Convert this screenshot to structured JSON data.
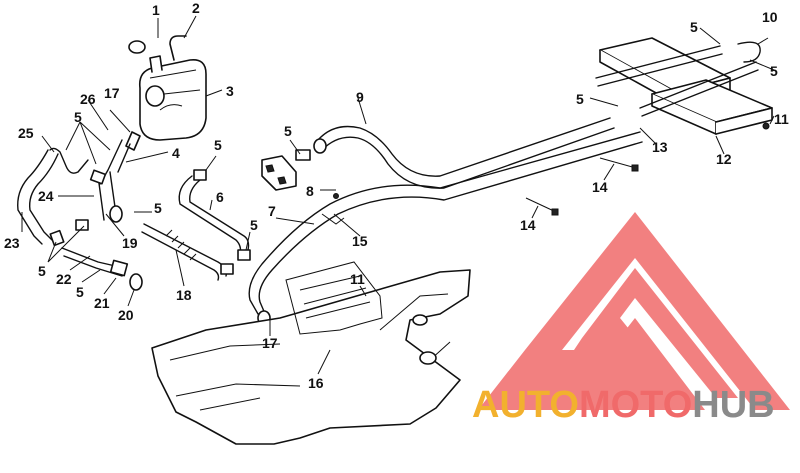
{
  "callouts": [
    {
      "id": "c1",
      "text": "1"
    },
    {
      "id": "c2",
      "text": "2"
    },
    {
      "id": "c3",
      "text": "3"
    },
    {
      "id": "c26",
      "text": "26"
    },
    {
      "id": "c17a",
      "text": "17"
    },
    {
      "id": "c5a",
      "text": "5"
    },
    {
      "id": "c25",
      "text": "25"
    },
    {
      "id": "c4",
      "text": "4"
    },
    {
      "id": "c24",
      "text": "24"
    },
    {
      "id": "c5b",
      "text": "5"
    },
    {
      "id": "c19",
      "text": "19"
    },
    {
      "id": "c23",
      "text": "23"
    },
    {
      "id": "c5c",
      "text": "5"
    },
    {
      "id": "c22",
      "text": "22"
    },
    {
      "id": "c5d",
      "text": "5"
    },
    {
      "id": "c21",
      "text": "21"
    },
    {
      "id": "c20",
      "text": "20"
    },
    {
      "id": "c18",
      "text": "18"
    },
    {
      "id": "c6",
      "text": "6"
    },
    {
      "id": "c5e",
      "text": "5"
    },
    {
      "id": "c5f",
      "text": "5"
    },
    {
      "id": "c5g",
      "text": "5"
    },
    {
      "id": "c7",
      "text": "7"
    },
    {
      "id": "c8",
      "text": "8"
    },
    {
      "id": "c9",
      "text": "9"
    },
    {
      "id": "c5h",
      "text": "5"
    },
    {
      "id": "c15",
      "text": "15"
    },
    {
      "id": "c11a",
      "text": "11"
    },
    {
      "id": "c17b",
      "text": "17"
    },
    {
      "id": "c16",
      "text": "16"
    },
    {
      "id": "c14a",
      "text": "14"
    },
    {
      "id": "c14b",
      "text": "14"
    },
    {
      "id": "c13",
      "text": "13"
    },
    {
      "id": "c5i",
      "text": "5"
    },
    {
      "id": "c5j",
      "text": "5"
    },
    {
      "id": "c10",
      "text": "10"
    },
    {
      "id": "c5k",
      "text": "5"
    },
    {
      "id": "c11b",
      "text": "11"
    },
    {
      "id": "c12",
      "text": "12"
    }
  ],
  "logo": {
    "text_auto": "AUTO",
    "text_moto": "MOTO",
    "text_hub": "HUB",
    "colors": {
      "triangle": "#f06a6a",
      "auto": "#f2b12e",
      "moto": "#f06a6a",
      "hub": "#8a8a8a"
    }
  },
  "colors": {
    "ink": "#111111",
    "background": "#ffffff"
  }
}
